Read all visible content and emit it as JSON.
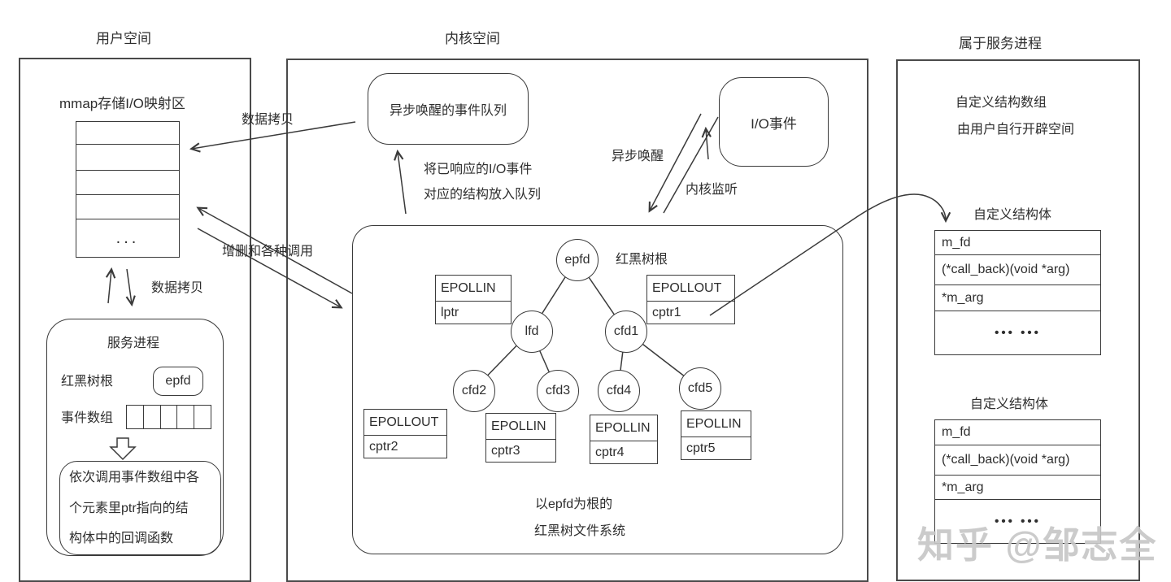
{
  "titles": {
    "user_space": "用户空间",
    "kernel_space": "内核空间",
    "service_process": "属于服务进程"
  },
  "user_panel": {
    "mmap_label": "mmap存储I/O映射区",
    "mmap_rows": [
      "",
      "",
      "",
      "",
      "..."
    ],
    "copy_top_label": "数据拷贝",
    "copy_bottom_label": "数据拷贝",
    "crud_label": "增删和各种调用",
    "service_box": {
      "title": "服务进程",
      "rbtree_root_label": "红黑树根",
      "epfd_label": "epfd",
      "event_array_label": "事件数组",
      "callback_lines": [
        "依次调用事件数组中各",
        "个元素里ptr指向的结",
        "构体中的回调函数"
      ]
    }
  },
  "kernel_panel": {
    "queue_label": "异步唤醒的事件队列",
    "enqueue_lines": [
      "将已响应的I/O事件",
      "对应的结构放入队列"
    ],
    "io_event_label": "I/O事件",
    "async_wake_label": "异步唤醒",
    "kernel_listen_label": "内核监听",
    "tree_root_label": "红黑树根",
    "nodes": [
      {
        "label": "epfd"
      },
      {
        "label": "lfd"
      },
      {
        "label": "cfd1"
      },
      {
        "label": "cfd2"
      },
      {
        "label": "cfd3"
      },
      {
        "label": "cfd4"
      },
      {
        "label": "cfd5"
      }
    ],
    "attr_boxes": [
      {
        "title": "EPOLLIN",
        "value": "lptr"
      },
      {
        "title": "EPOLLOUT",
        "value": "cptr1"
      },
      {
        "title": "EPOLLOUT",
        "value": "cptr2"
      },
      {
        "title": "EPOLLIN",
        "value": "cptr3"
      },
      {
        "title": "EPOLLIN",
        "value": "cptr4"
      },
      {
        "title": "EPOLLIN",
        "value": "cptr5"
      }
    ],
    "caption_lines": [
      "以epfd为根的",
      "红黑树文件系统"
    ]
  },
  "right_panel": {
    "desc_lines": [
      "自定义结构数组",
      "由用户自行开辟空间"
    ],
    "structs": [
      {
        "title": "自定义结构体",
        "rows": [
          "m_fd",
          "(*call_back)(void *arg)",
          "*m_arg",
          "•••  •••"
        ]
      },
      {
        "title": "自定义结构体",
        "rows": [
          "m_fd",
          "(*call_back)(void *arg)",
          "*m_arg",
          "•••  •••"
        ]
      }
    ]
  },
  "watermark": "知乎 @邹志全",
  "colors": {
    "line": "#3a3a3a",
    "text": "#2e2e2e",
    "watermark": "#c7c7c7"
  }
}
